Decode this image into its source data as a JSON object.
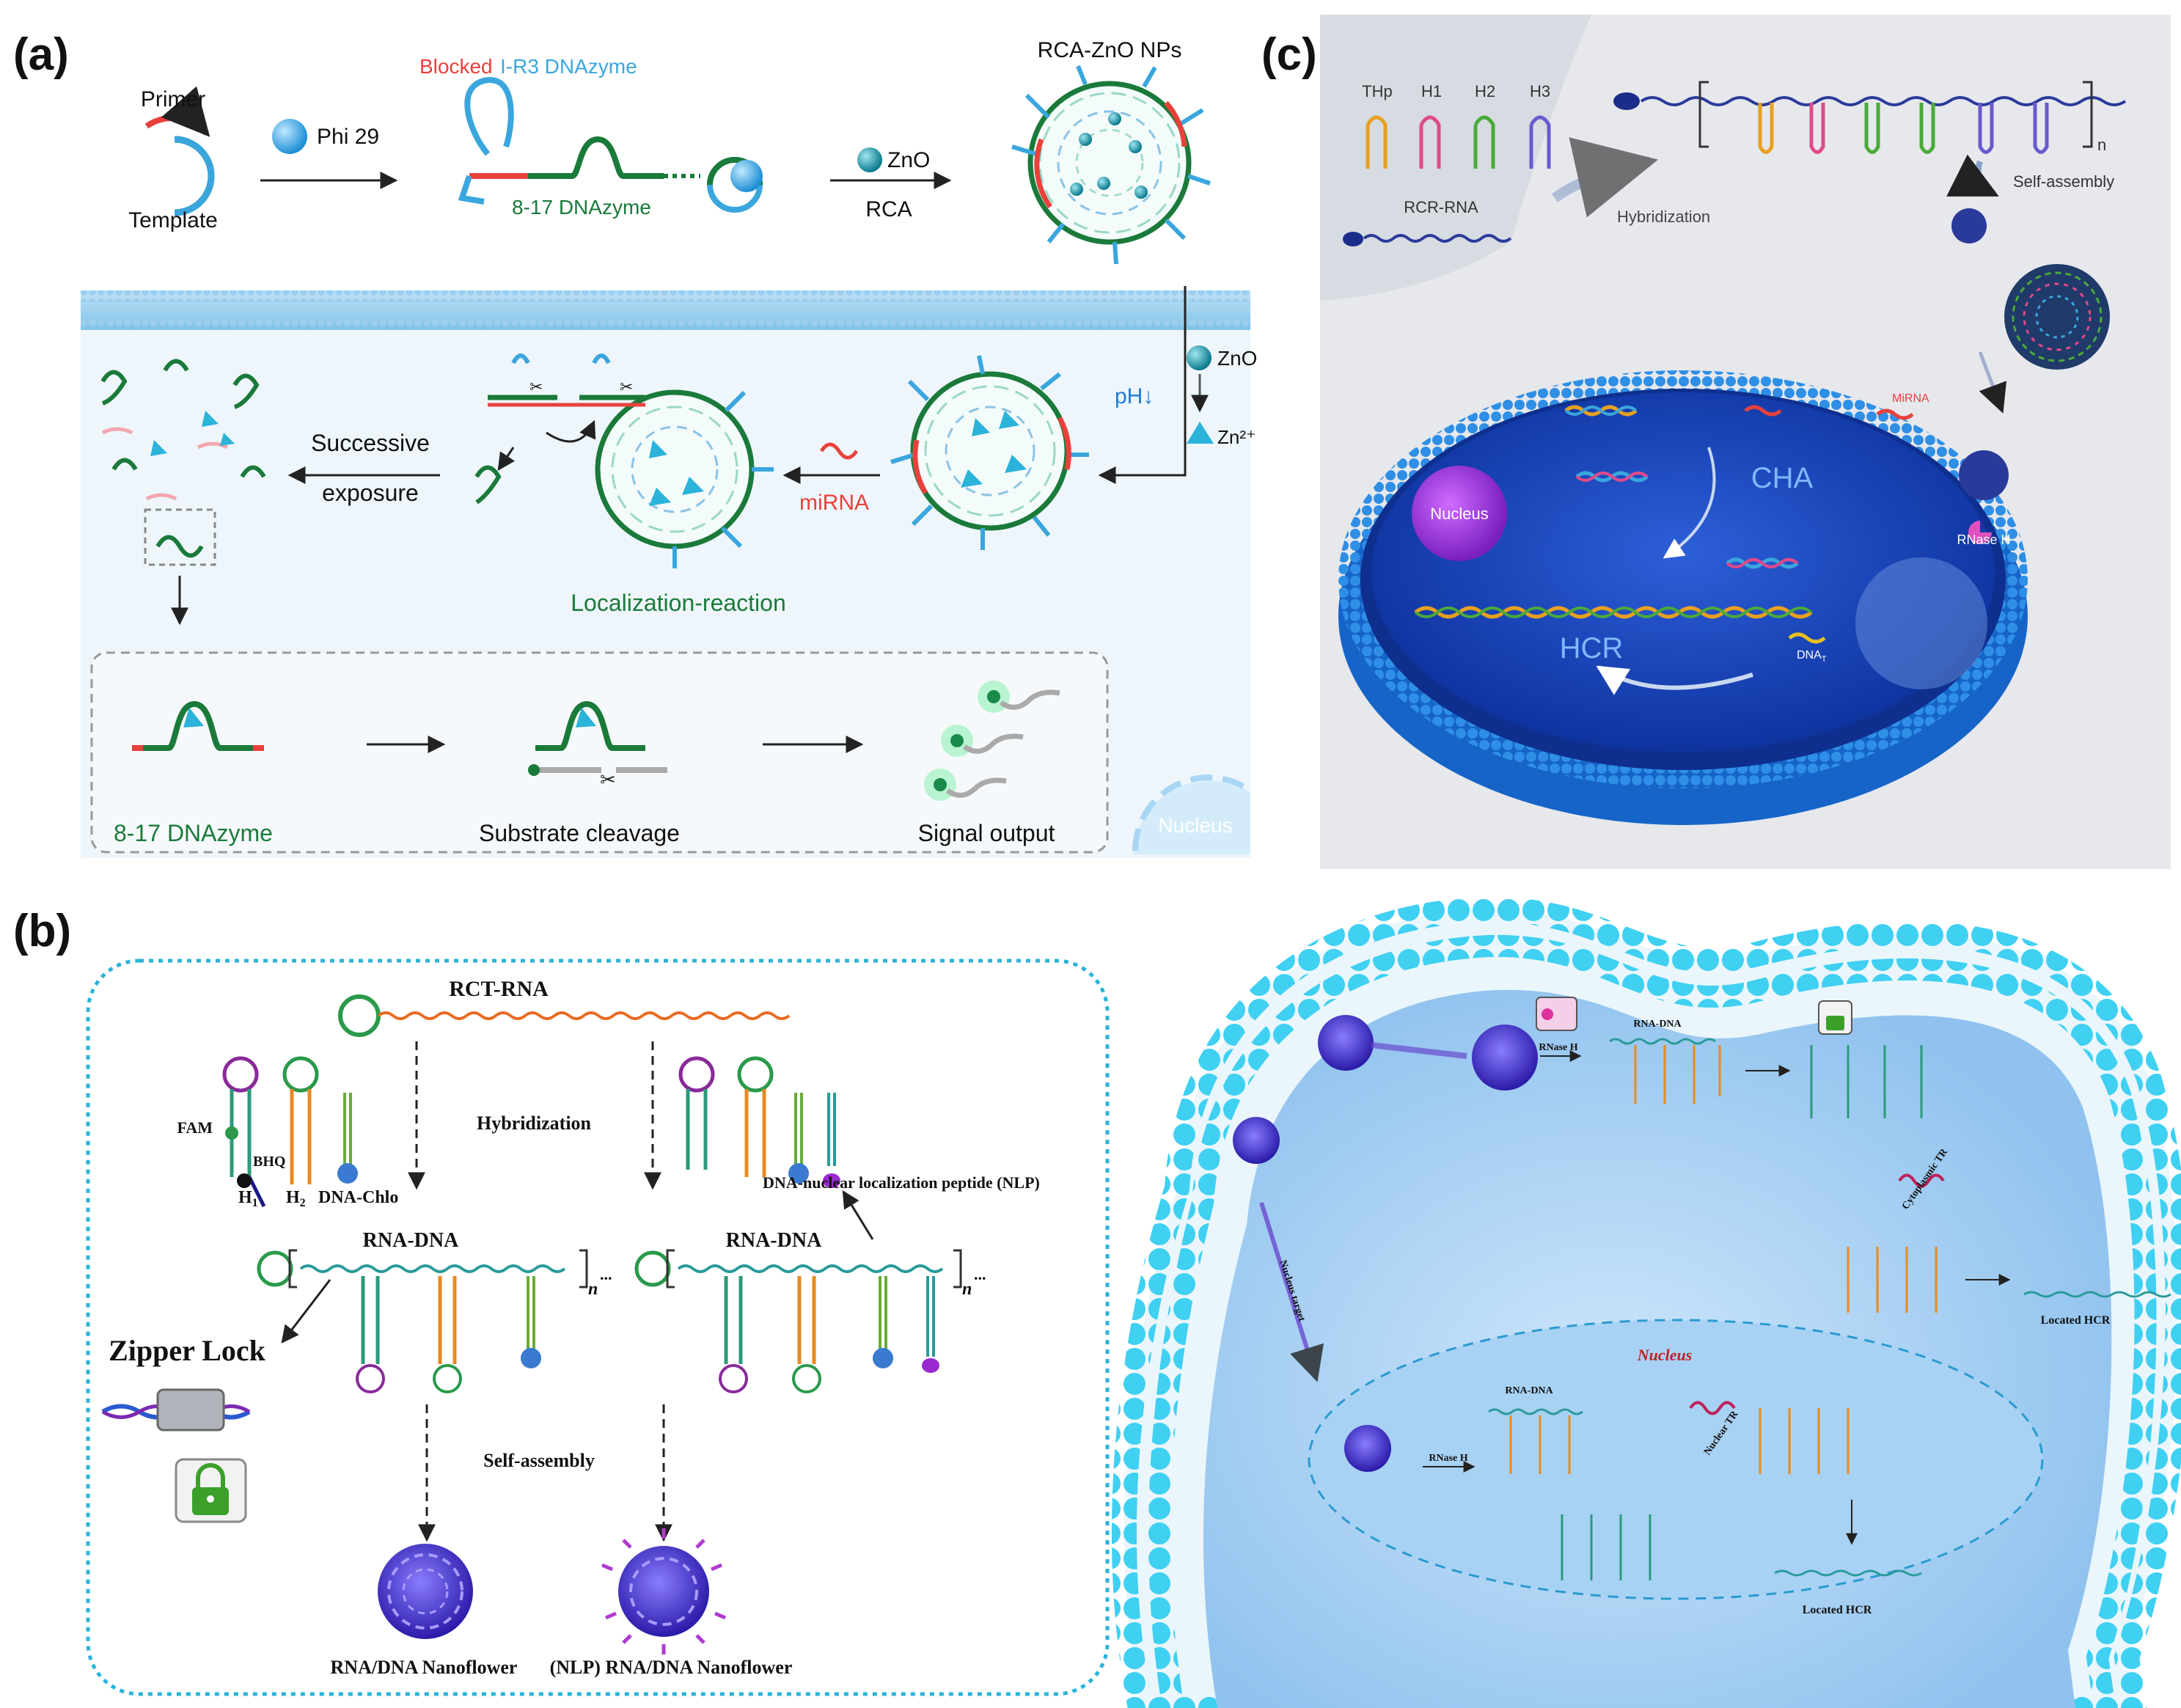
{
  "panel_a": {
    "label": "(a)",
    "primer": "Primer",
    "template": "Template",
    "phi29": "Phi 29",
    "blocked": "Blocked",
    "ir3": "I-R3 DNAzyme",
    "dnazyme_817": "8-17 DNAzyme",
    "zno": "ZnO",
    "rca": "RCA",
    "rca_zno": "RCA-ZnO NPs",
    "zno2": "ZnO",
    "ph": "pH↓",
    "zn": "Zn²⁺",
    "mirna": "miRNA",
    "successive": "Successive",
    "exposure": "exposure",
    "localization": "Localization-reaction",
    "bottom_dnazyme": "8-17 DNAzyme",
    "substrate": "Substrate cleavage",
    "signal": "Signal output",
    "nucleus": "Nucleus"
  },
  "panel_b": {
    "label": "(b)",
    "rct_rna": "RCT-RNA",
    "fam": "FAM",
    "bhq": "BHQ",
    "h1": "H",
    "h1_sub": "1",
    "h2": "H",
    "h2_sub": "2",
    "dna_chlo": "DNA-Chlo",
    "hybridization": "Hybridization",
    "nlp": "DNA-nuclear localization peptide (NLP)",
    "rna_dna_left": "RNA-DNA",
    "rna_dna_right": "RNA-DNA",
    "n": "n",
    "ellipsis": "...",
    "zipper": "Zipper Lock",
    "self_assembly": "Self-assembly",
    "nanoflower": "RNA/DNA Nanoflower",
    "nlp_nanoflower": "(NLP) RNA/DNA Nanoflower",
    "rnase_top": "RNase H",
    "rna_dna_top": "RNA-DNA",
    "cyto": "Cytoplasmic TR",
    "located_top": "Located HCR",
    "nucleus_target": "Nucleus target",
    "nucleus": "Nucleus",
    "rna_dna_nuc": "RNA-DNA",
    "rnase_nuc": "RNase H",
    "nuclear_tr": "Nuclear TR",
    "located_bottom": "Located HCR"
  },
  "panel_c": {
    "label": "(c)",
    "thp": "THp",
    "h1": "H1",
    "h2": "H2",
    "h3": "H3",
    "n": "n",
    "rcr_rna": "RCR-RNA",
    "hybridization": "Hybridization",
    "self_assembly": "Self-assembly",
    "mirna": "MiRNA",
    "cha": "CHA",
    "nucleus": "Nucleus",
    "rnase": "RNase H",
    "hcr": "HCR",
    "dna": "DNA",
    "dna_sub": "T"
  },
  "colors": {
    "dnazyme_green": "#1a7a3a",
    "blocked_red": "#e8413c",
    "ir3_blue": "#3aa6dd",
    "mirna_red": "#e8413c",
    "cell_blue": "#1d6fd6",
    "membrane_cyan": "#3cc8ee"
  }
}
